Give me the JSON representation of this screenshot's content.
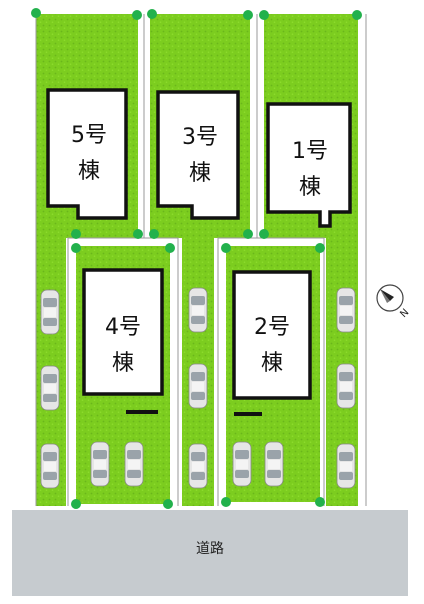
{
  "buildings": [
    {
      "id": "5",
      "label_number": "5号",
      "label_suffix": "棟"
    },
    {
      "id": "3",
      "label_number": "3号",
      "label_suffix": "棟"
    },
    {
      "id": "1",
      "label_number": "1号",
      "label_suffix": "棟"
    },
    {
      "id": "4",
      "label_number": "4号",
      "label_suffix": "棟"
    },
    {
      "id": "2",
      "label_number": "2号",
      "label_suffix": "棟"
    }
  ],
  "road": {
    "label": "道路"
  },
  "compass": {
    "label": "N",
    "icon": "north-arrow-icon"
  },
  "colors": {
    "lawn": "#7ccd1f",
    "lawn_dark": "#6ab71a",
    "road": "#c6cbcf",
    "boundary_marker": "#22b14c",
    "building_fill": "#ffffff",
    "building_outline": "#111111"
  }
}
